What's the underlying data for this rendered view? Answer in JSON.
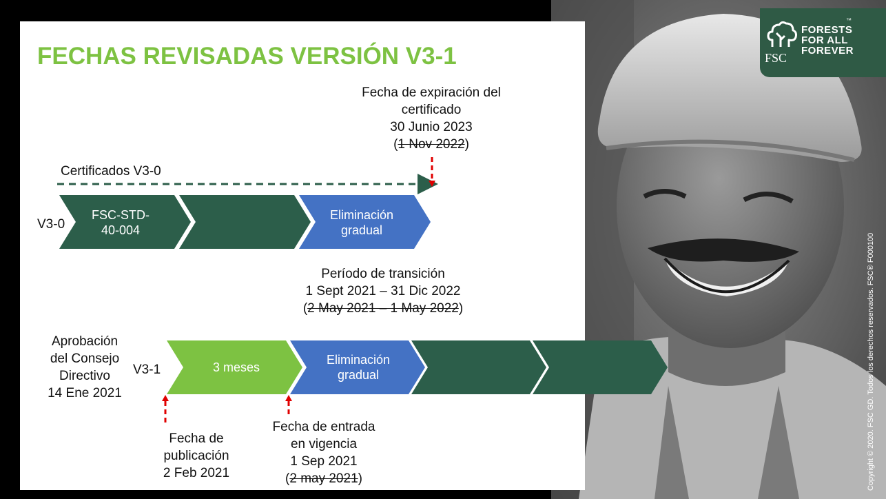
{
  "title": "FECHAS REVISADAS VERSIÓN V3-1",
  "expiry": {
    "line1": "Fecha de expiración del",
    "line2": "certificado",
    "line3": "30 Junio 2023",
    "old": "1 Nov 2022"
  },
  "certs_v30_label": "Certificados V3-0",
  "row_v30": {
    "label": "V3-0",
    "chevron1_line1": "FSC-STD-",
    "chevron1_line2": "40-004",
    "chevron3_line1": "Eliminación",
    "chevron3_line2": "gradual"
  },
  "transition": {
    "line1": "Período de transición",
    "line2": "1 Sept 2021 – 31 Dic 2022",
    "old": "2 May 2021 – 1 May 2022"
  },
  "approval": {
    "line1": "Aprobación",
    "line2": "del Consejo",
    "line3": "Directivo",
    "line4": "14 Ene 2021"
  },
  "row_v31": {
    "label": "V3-1",
    "chevron1": "3 meses",
    "chevron2_line1": "Eliminación",
    "chevron2_line2": "gradual"
  },
  "publication": {
    "line1": "Fecha de",
    "line2": "publicación",
    "line3": "2 Feb 2021"
  },
  "entry": {
    "line1": "Fecha de entrada",
    "line2": "en vigencia",
    "line3": "1 Sep 2021",
    "old": "2 may 2021"
  },
  "logo": {
    "line1": "FORESTS",
    "line2": "FOR ALL",
    "line3": "FOREVER",
    "fsc": "FSC",
    "tm": "™"
  },
  "copyright": "Copyright © 2020. FSC GD. Todos los derechos reservados. FSC® F000100",
  "colors": {
    "dark_green": "#2c5e4a",
    "blue": "#4472c4",
    "light_green": "#7dc242",
    "title_green": "#7dc242",
    "red_arrow": "#e00000"
  },
  "icons": [
    "fsc-tree-logo-icon",
    "red-dashed-up-arrow-icon",
    "red-dashed-down-arrow-icon"
  ]
}
